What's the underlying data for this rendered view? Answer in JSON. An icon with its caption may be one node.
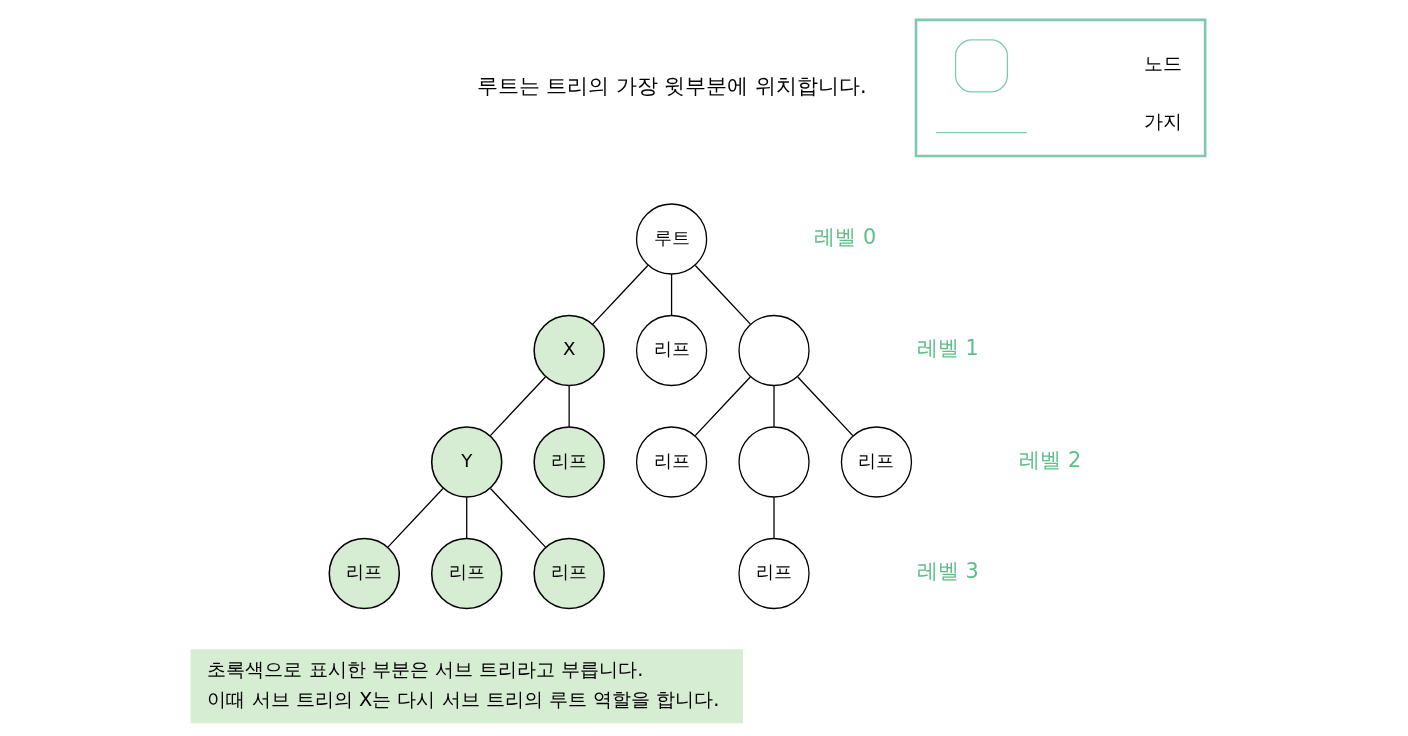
{
  "diagram": {
    "nodes": [
      {
        "text": [
          "루트"
        ]
      },
      {
        "text": [
          "X"
        ]
      },
      {
        "text": [
          "리프"
        ]
      },
      {
        "text": [],
        "shape": "circle"
      },
      {
        "text": [
          "Y"
        ]
      },
      {
        "text": [
          "리프"
        ]
      },
      {
        "text": [
          "리프"
        ]
      },
      {
        "text": [],
        "shape": "circle"
      },
      {
        "text": [
          "리프"
        ]
      },
      {
        "text": [
          "리프"
        ]
      },
      {
        "text": [
          "리프"
        ]
      },
      {
        "text": [
          "리프"
        ]
      },
      {
        "text": [
          "리프"
        ]
      }
    ],
    "edges": [
      {
        "from": 0,
        "to": 1,
        "arrow": "none"
      },
      {
        "from": 0,
        "to": 2,
        "arrow": "none"
      },
      {
        "from": 0,
        "to": 3,
        "arrow": "none"
      },
      {
        "from": 1,
        "to": 4,
        "arrow": "none"
      },
      {
        "from": 1,
        "to": 5,
        "arrow": "none"
      },
      {
        "from": 3,
        "to": 6,
        "arrow": "none"
      },
      {
        "from": 3,
        "to": 7,
        "arrow": "none"
      },
      {
        "from": 3,
        "to": 8,
        "arrow": "none"
      },
      {
        "from": 4,
        "to": 9,
        "arrow": "none"
      },
      {
        "from": 4,
        "to": 10,
        "arrow": "none"
      },
      {
        "from": 4,
        "to": 11,
        "arrow": "none"
      },
      {
        "from": 7,
        "to": 12,
        "arrow": "none"
      }
    ],
    "labels": [
      "루트는 트리의 가장 윗부분에 위치합니다.",
      "레벨 0",
      "레벨 1",
      "레벨 2",
      "레벨 3",
      "초록색으로 표시한 부분은 서브 트리라고 부릅니다.",
      "이때 서브 트리의 X는 다시 서브 트리의 루트 역할을 합니다."
    ],
    "legend": [
      {
        "text": "노드"
      },
      {
        "text": "가지"
      }
    ]
  }
}
